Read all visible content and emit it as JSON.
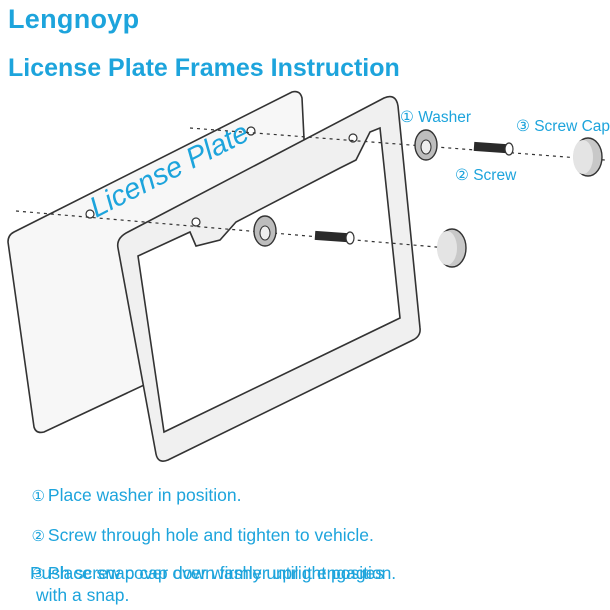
{
  "header": {
    "brand": "Lengnoyp",
    "title": "License Plate Frames Instruction"
  },
  "diagram": {
    "plate_text": "License Plate",
    "callouts": {
      "washer": "① Washer",
      "screw": "② Screw",
      "screw_cap": "③ Screw Cap"
    },
    "colors": {
      "accent": "#1da4dc",
      "line": "#333333"
    }
  },
  "instructions": {
    "step1_num": "①",
    "step1_text": "Place washer in position.",
    "step2_num": "②",
    "step2_text": "Screw through hole and tighten to vehicle.",
    "step3_num": "③",
    "step3_line1": "Place snap cap over washer upright position.",
    "step3_line2": "Push screw cover down firmly until it engages",
    "step3_line3": "with a snap."
  }
}
